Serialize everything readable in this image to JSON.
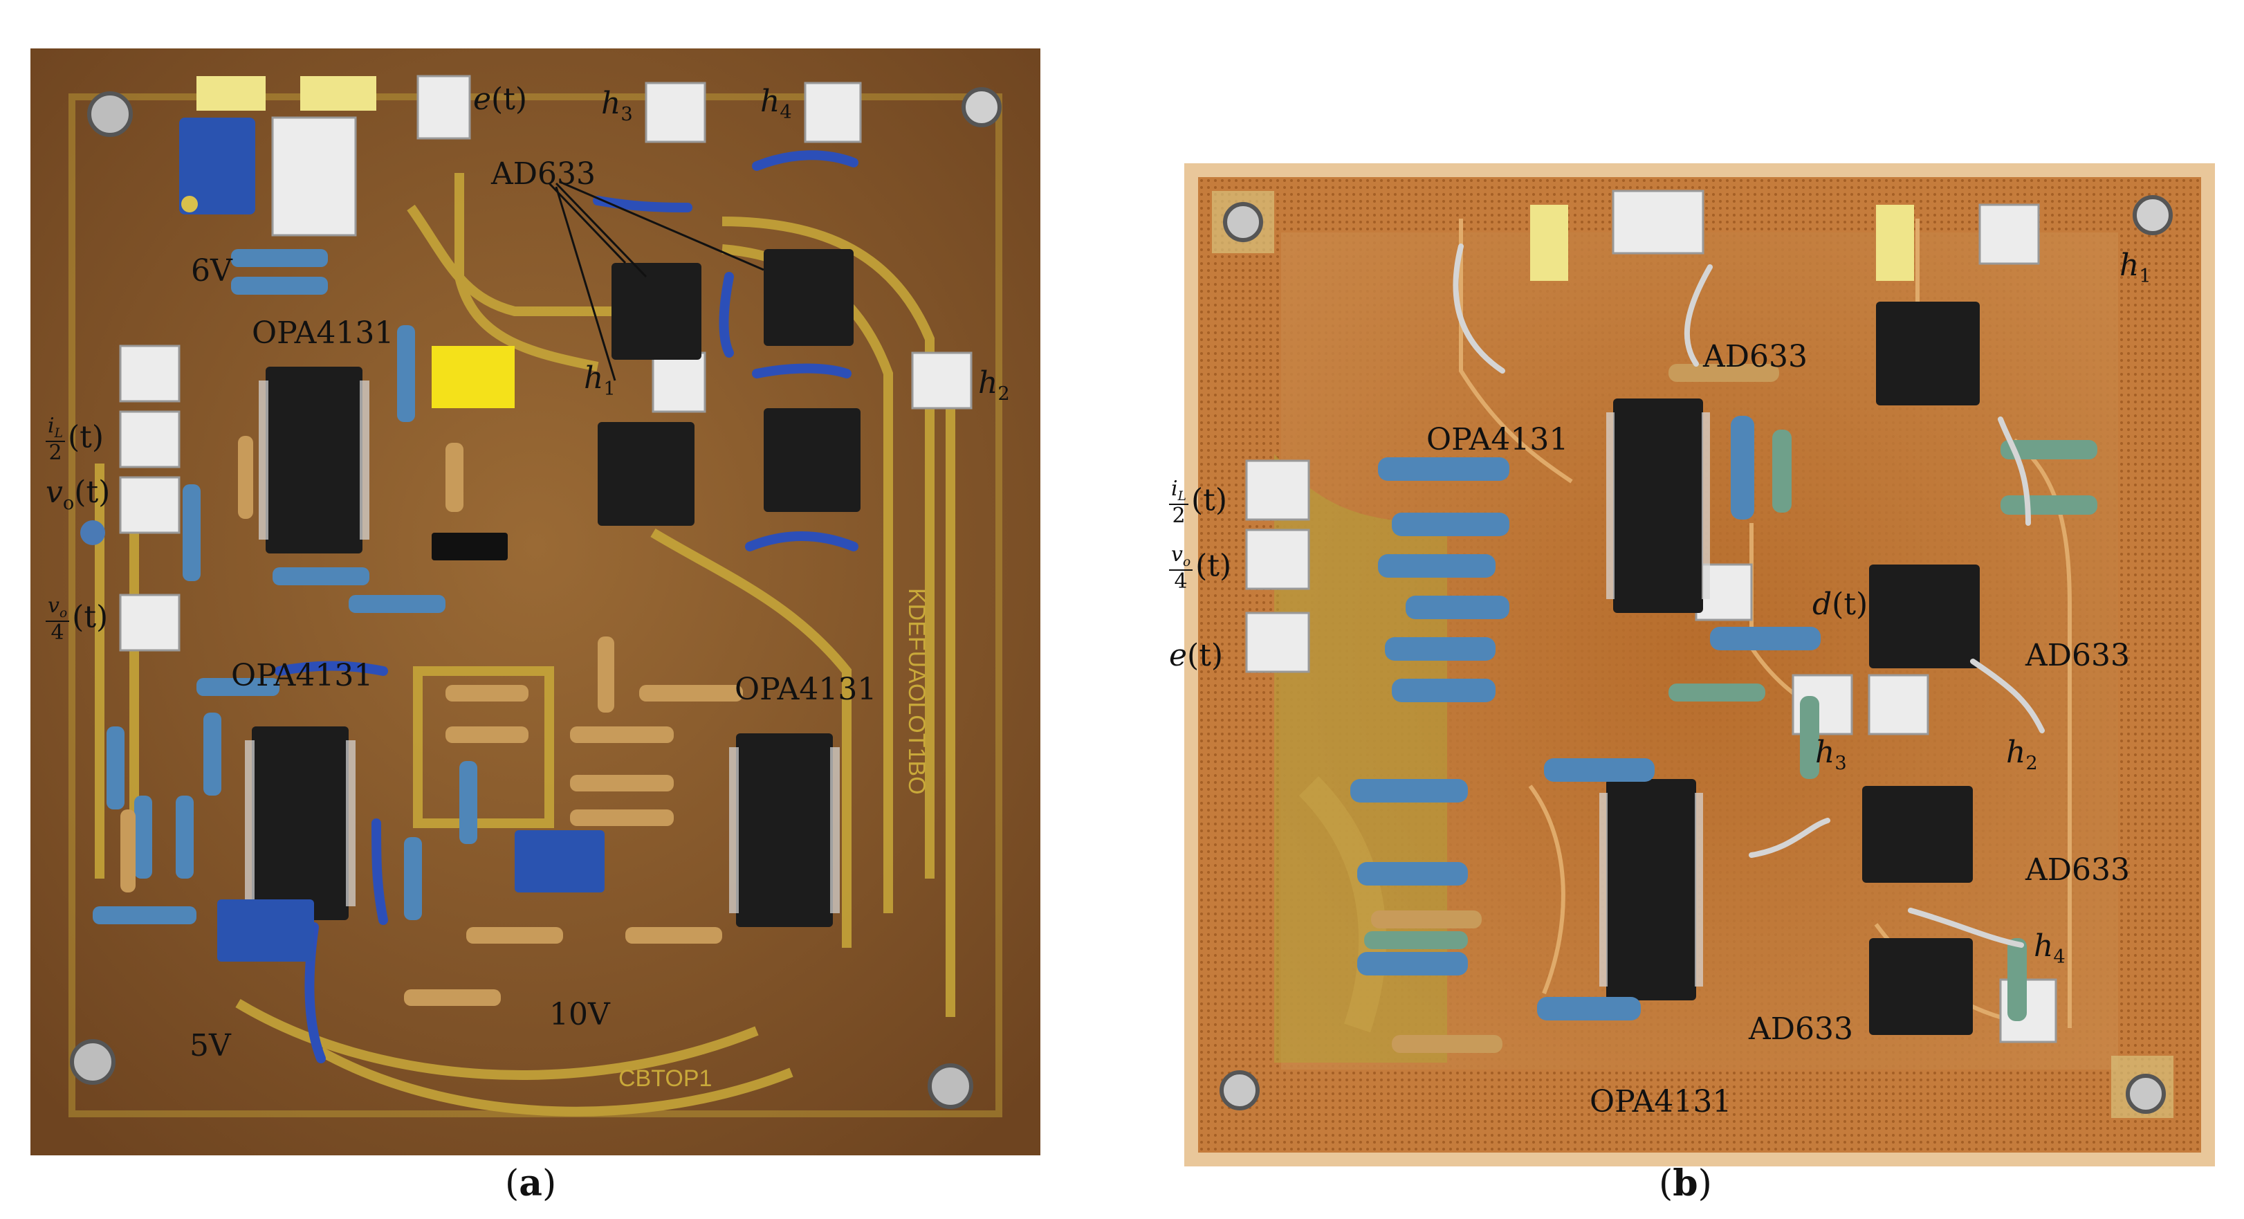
{
  "panel_a": {
    "caption_letter": "a",
    "labels": {
      "e": "e",
      "h3": "h",
      "h3_sub": "3",
      "h4": "h",
      "h4_sub": "4",
      "h1": "h",
      "h1_sub": "1",
      "h2": "h",
      "h2_sub": "2",
      "ad633": "AD633",
      "v6": "6V",
      "opa_top": "OPA4131",
      "opa_mid": "OPA4131",
      "opa_right": "OPA4131",
      "iL_num": "i",
      "iL_sub": "L",
      "iL_den": "2",
      "vo": "v",
      "vo_sub": "o",
      "vo4_num": "v",
      "vo4_sub": "o",
      "vo4_den": "4",
      "t_arg": "(t)",
      "v10": "10V",
      "v5": "5V"
    }
  },
  "panel_b": {
    "caption_letter": "b",
    "labels": {
      "h1": "h",
      "h1_sub": "1",
      "h2": "h",
      "h2_sub": "2",
      "h3": "h",
      "h3_sub": "3",
      "h4": "h",
      "h4_sub": "4",
      "ad633_1": "AD633",
      "ad633_2": "AD633",
      "ad633_3": "AD633",
      "ad633_4": "AD633",
      "opa_top": "OPA4131",
      "opa_bottom": "OPA4131",
      "iL_num": "i",
      "iL_sub": "L",
      "iL_den": "2",
      "vo4_num": "v",
      "vo4_sub": "o",
      "vo4_den": "4",
      "e": "e",
      "d": "d",
      "t_arg": "(t)"
    }
  },
  "colors": {
    "board_a": "#8a5a2a",
    "trace_a": "#c9a93a",
    "board_b": "#c57c3c",
    "trace_b": "#d8a35a",
    "resistor": "#4f86b8",
    "chip": "#1c1c1c",
    "wire": "#2c4fb8"
  }
}
